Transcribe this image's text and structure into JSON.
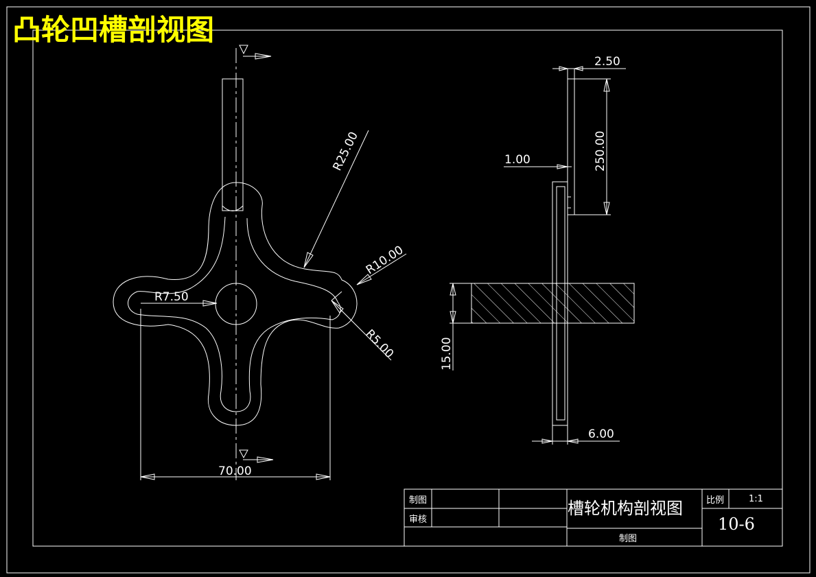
{
  "drawing": {
    "title": "凸轮凹槽剖视图",
    "colors": {
      "background": "#000000",
      "lines": "#ffffff",
      "title": "#ffff00"
    }
  },
  "front_view": {
    "dims": {
      "r_outer": "R25.00",
      "r_lobe": "R10.00",
      "r_hole": "R7.50",
      "r_tip": "R5.00",
      "width": "70.00"
    }
  },
  "side_view": {
    "dims": {
      "thickness": "2.50",
      "length": "250.00",
      "gap": "1.00",
      "hub": "15.00",
      "slot": "6.00"
    }
  },
  "title_block": {
    "drawn_label": "制图",
    "checked_label": "审核",
    "part_name": "槽轮机构剖视图",
    "scale_label": "比例",
    "scale_value": "1:1",
    "drawing_number": "10-6",
    "footer_label": "制图"
  }
}
